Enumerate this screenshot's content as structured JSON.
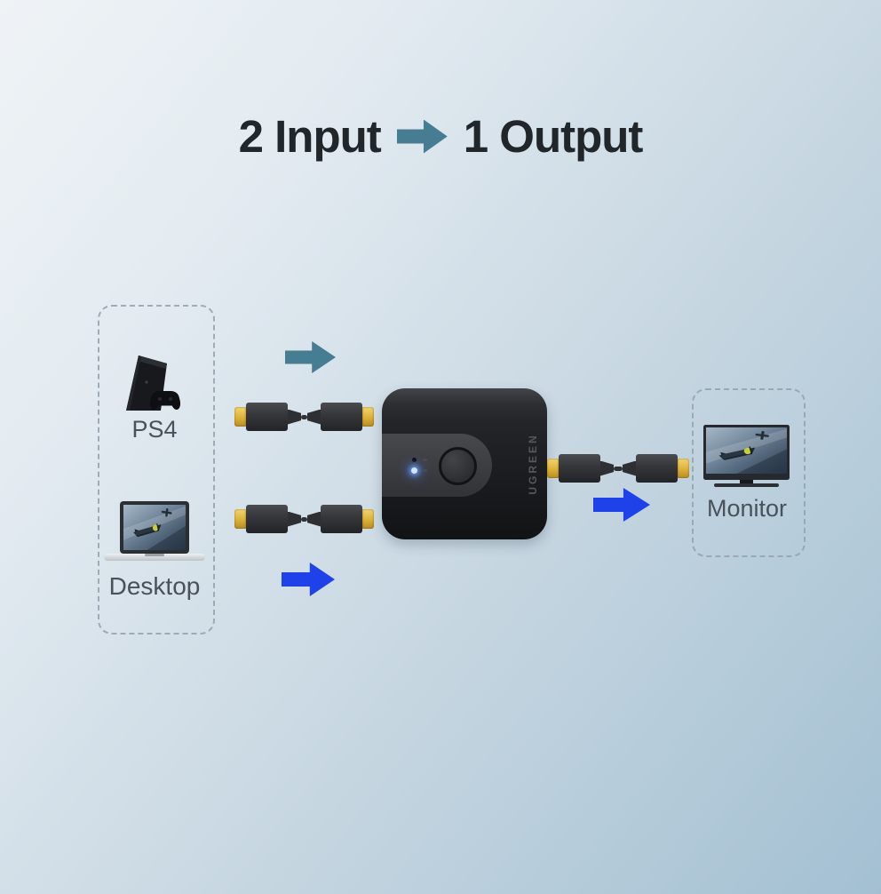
{
  "title": {
    "input_text": "2 Input",
    "output_text": "1 Output",
    "arrow_icon": "right-arrow-icon",
    "text_color": "#20262a",
    "arrow_color": "#477d92"
  },
  "input_group": {
    "devices": [
      {
        "label": "PS4",
        "icon": "ps4-console-icon"
      },
      {
        "label": "Desktop",
        "icon": "laptop-icon"
      }
    ]
  },
  "output_group": {
    "devices": [
      {
        "label": "Monitor",
        "icon": "monitor-icon"
      }
    ]
  },
  "switch_device": {
    "brand": "UGREEN",
    "inputs_count": 2,
    "outputs_count": 1,
    "body_color": "#1b1c1f",
    "power_led_color": "#9cc4ff"
  },
  "connections": {
    "input_cables": 2,
    "output_cables": 1,
    "cable_connector_color": "#ddb23e",
    "flow_arrow_teal_color": "#477d92",
    "flow_arrow_blue_color": "#1e41ea"
  },
  "background": {
    "gradient_start": "#eff3f6",
    "gradient_end": "#a3c0d2"
  }
}
